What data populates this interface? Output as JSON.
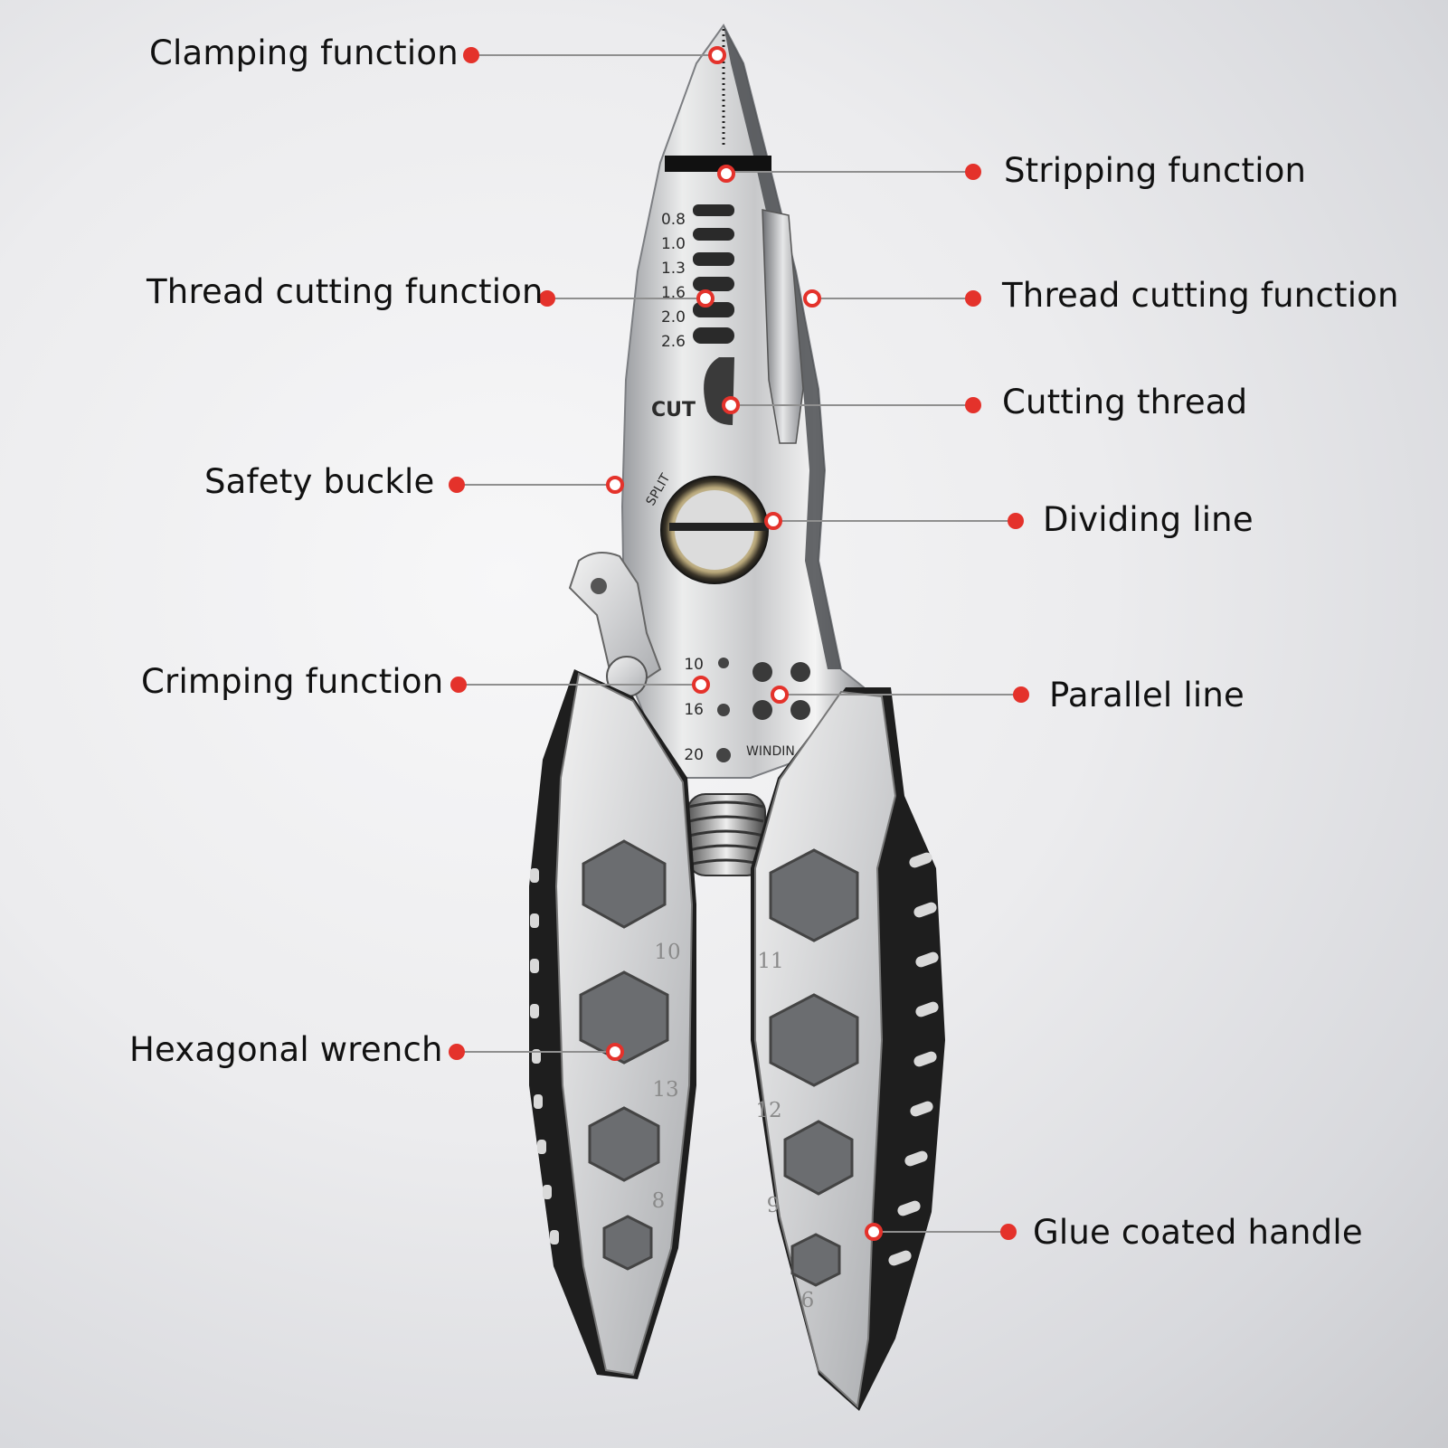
{
  "labels": {
    "clamping": "Clamping function",
    "stripping": "Stripping function",
    "thread_cutting_left": "Thread cutting function",
    "thread_cutting_right": "Thread cutting function",
    "cutting_thread": "Cutting thread",
    "safety_buckle": "Safety buckle",
    "dividing_line": "Dividing line",
    "crimping": "Crimping function",
    "parallel_line": "Parallel line",
    "hexagonal_wrench": "Hexagonal wrench",
    "glue_coated_handle": "Glue coated handle"
  },
  "engravings": {
    "wire_gauges": [
      "0.8",
      "1.0",
      "1.3",
      "1.6",
      "2.0",
      "2.6"
    ],
    "cut": "CUT",
    "split": "SPLIT",
    "crimp_sizes": [
      "10",
      "16",
      "20"
    ],
    "winding": "WINDIN",
    "left_wrench_sizes": [
      "10",
      "13",
      "8"
    ],
    "right_wrench_sizes": [
      "11",
      "12",
      "9",
      "6"
    ]
  },
  "colors": {
    "callout_dot": "#e4322b",
    "callout_line": "#8f8f8f",
    "grip": "#1e1e1e"
  }
}
